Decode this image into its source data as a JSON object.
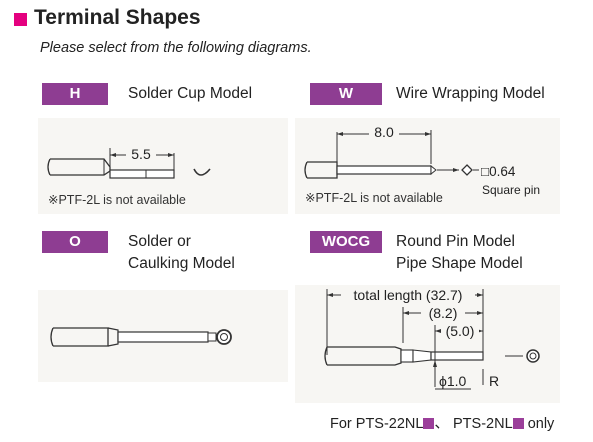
{
  "header": {
    "title": "Terminal Shapes",
    "subtitle": "Please select from the following diagrams."
  },
  "items": [
    {
      "code": "H",
      "model": "Solder Cup Model",
      "dimension": "5.5",
      "note": "※PTF-2L is not available"
    },
    {
      "code": "W",
      "model": "Wire Wrapping Model",
      "dimension": "8.0",
      "pin_size": "□0.64",
      "pin_label": "Square pin",
      "note": "※PTF-2L is not available"
    },
    {
      "code": "O",
      "model_line1": "Solder or",
      "model_line2": "Caulking Model"
    },
    {
      "code": "WOCG",
      "model_line1": "Round Pin Model",
      "model_line2": "Pipe Shape Model",
      "total_length": "total length (32.7)",
      "dim2": "(8.2)",
      "dim3": "(5.0)",
      "diameter": "ϕ1.0",
      "radius": "R"
    }
  ],
  "footer": {
    "prefix": "For PTS-22NL",
    "middle": "、 PTS-2NL",
    "suffix": "only"
  },
  "colors": {
    "accent": "#e4007f",
    "badge": "#8e3d92",
    "panel": "#f7f6f3"
  }
}
